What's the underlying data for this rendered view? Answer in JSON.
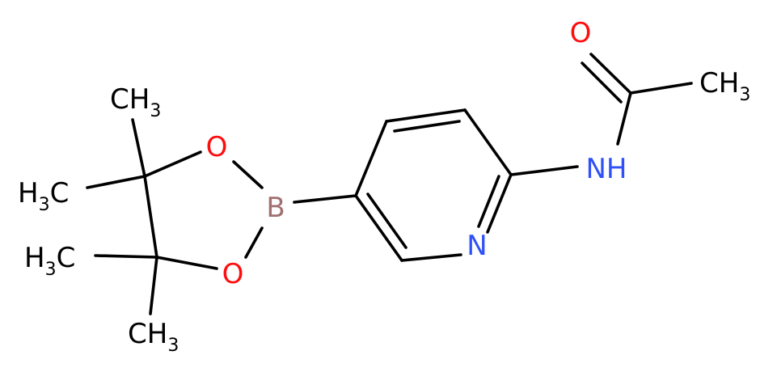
{
  "colors": {
    "bond": "#000000",
    "carbon": "#000000",
    "oxygen": "#ff0d0d",
    "nitrogen": "#3050f8",
    "boron": "#a07070"
  },
  "atoms": {
    "O_carbonyl": "O",
    "CH3_acetyl": "CH3",
    "NH": "NH",
    "N_ring": "N",
    "B": "B",
    "O_top": "O",
    "O_bottom": "O",
    "CH3_top_right": "CH3",
    "H3C_left_upper": "H3C",
    "H3C_left_lower": "H3C",
    "CH3_bottom": "CH3"
  }
}
